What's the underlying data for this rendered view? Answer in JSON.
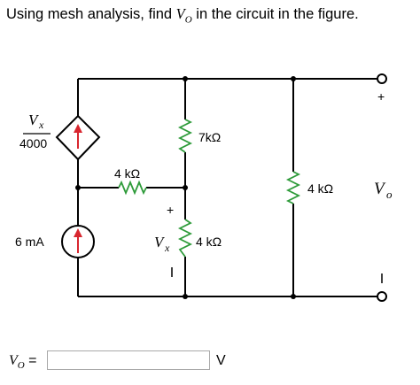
{
  "question": {
    "prefix": "Using mesh analysis, find ",
    "var_main": "V",
    "var_sub": "O",
    "suffix": " in the circuit in the figure."
  },
  "circuit": {
    "dep_source": {
      "numerator_var": "V",
      "numerator_sub": "x",
      "denominator": "4000"
    },
    "r_top_middle": "7kΩ",
    "r_horizontal": "4 kΩ",
    "r_vx": "4 kΩ",
    "r_right": "4 kΩ",
    "current_source": "6 mA",
    "vx": {
      "var": "V",
      "sub": "x",
      "plus": "+",
      "minus": "–"
    },
    "vo": {
      "var": "V",
      "sub": "o",
      "plus": "+",
      "minus": "–"
    }
  },
  "answer": {
    "label_var": "V",
    "label_sub": "O",
    "equals": " =",
    "value": "",
    "unit": "V"
  },
  "colors": {
    "resistor": "#2e9b3a",
    "arrow": "#d8262f",
    "wire": "#000000"
  }
}
